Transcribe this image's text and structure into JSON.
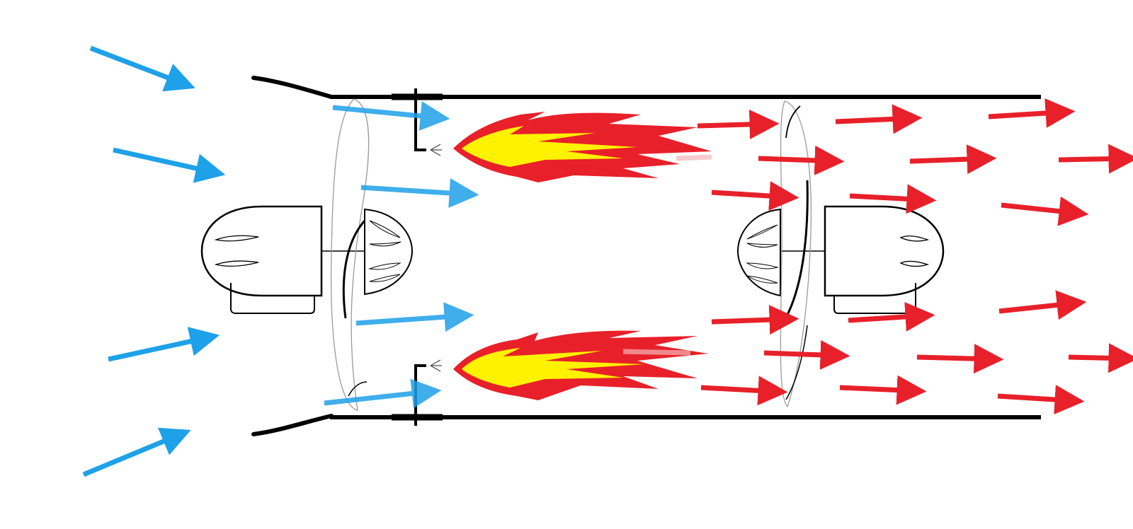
{
  "diagram": {
    "colors": {
      "background": "#ffffff",
      "outline": "#000000",
      "intake_air": "#1ea1e8",
      "exhaust": "#e8202a",
      "flame_outer": "#e8202a",
      "flame_inner": "#fff200",
      "nacelle_fill": "#ffffff"
    },
    "components": [
      {
        "name": "intake-lip",
        "icon": "duct-lip-icon"
      },
      {
        "name": "duct-wall",
        "icon": "tube-wall-icon"
      },
      {
        "name": "inlet-fan",
        "icon": "propeller-icon"
      },
      {
        "name": "front-motor-pod",
        "icon": "motor-pod-icon"
      },
      {
        "name": "fuel-injectors",
        "icon": "nozzle-icon"
      },
      {
        "name": "combustion-flames",
        "icon": "flame-icon"
      },
      {
        "name": "exhaust-fan",
        "icon": "propeller-icon"
      },
      {
        "name": "rear-motor-pod",
        "icon": "motor-pod-icon"
      },
      {
        "name": "intake-airflow",
        "icon": "blue-arrow-icon"
      },
      {
        "name": "exhaust-flow",
        "icon": "red-arrow-icon"
      }
    ]
  }
}
